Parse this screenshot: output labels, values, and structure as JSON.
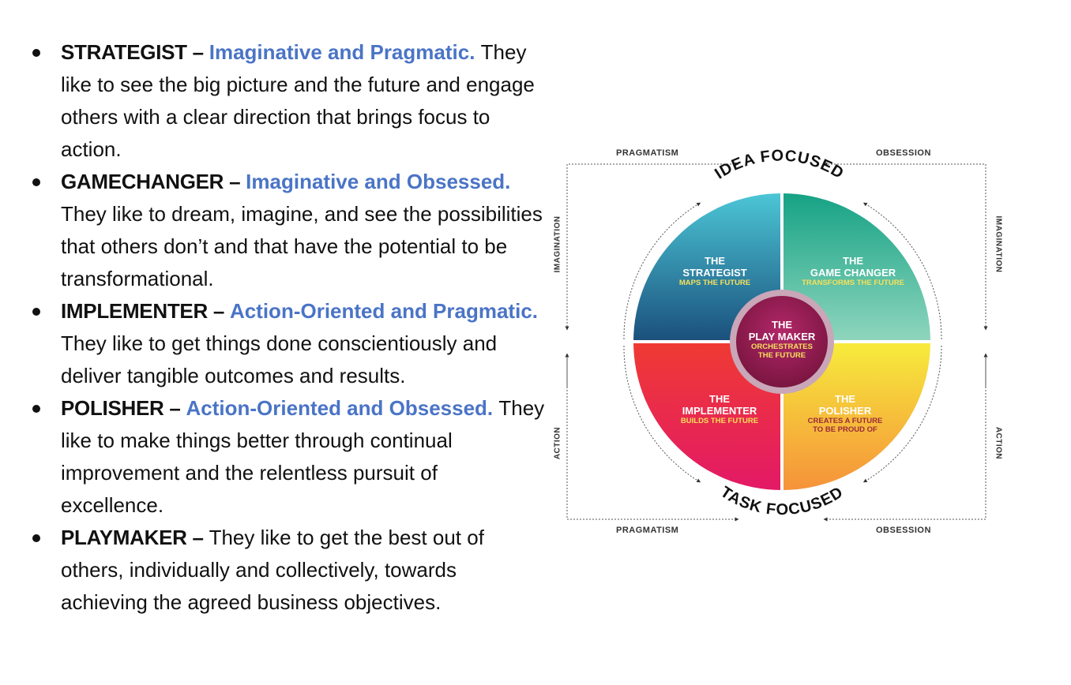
{
  "list": [
    {
      "name": "STRATEGIST –",
      "trait": "Imaginative and Pragmatic.",
      "text": "They like to see the big picture and the future and engage others with a clear direction that brings focus to action."
    },
    {
      "name": "GAMECHANGER –",
      "trait": "Imaginative and Obsessed.",
      "text": "They like to dream, imagine, and see the possibilities that others don’t and that have the potential to be transformational."
    },
    {
      "name": "IMPLEMENTER –",
      "trait": "Action-Oriented and Pragmatic.",
      "text": "They like to get things done conscientiously and deliver tangible outcomes and results."
    },
    {
      "name": "POLISHER –",
      "trait": "Action-Oriented and Obsessed.",
      "text": "They like to make things better through continual improvement and the relentless pursuit of excellence."
    },
    {
      "name": "PLAYMAKER –",
      "trait": "",
      "text": "They like to get the best out of others, individually and collectively, towards achieving the agreed business objectives."
    }
  ],
  "diagram": {
    "top_left_label": "PRAGMATISM",
    "top_right_label": "OBSESSION",
    "bottom_left_label": "PRAGMATISM",
    "bottom_right_label": "OBSESSION",
    "left_top_label": "IMAGINATION",
    "left_bottom_label": "ACTION",
    "right_top_label": "IMAGINATION",
    "right_bottom_label": "ACTION",
    "top_arc": "IDEA FOCUSED",
    "bottom_arc": "TASK FOCUSED",
    "strategist": {
      "the": "THE",
      "name": "STRATEGIST",
      "sub": "MAPS THE FUTURE"
    },
    "gamechanger": {
      "the": "THE",
      "name": "GAME CHANGER",
      "sub": "TRANSFORMS THE FUTURE"
    },
    "implementer": {
      "the": "THE",
      "name": "IMPLEMENTER",
      "sub": "BUILDS THE FUTURE"
    },
    "polisher": {
      "the": "THE",
      "name": "POLISHER",
      "sub1": "CREATES A FUTURE",
      "sub2": "TO BE PROUD OF"
    },
    "playmaker": {
      "the": "THE",
      "name": "PLAY MAKER",
      "sub1": "ORCHESTRATES",
      "sub2": "THE FUTURE"
    },
    "colors": {
      "strategist": [
        "#4cc6d6",
        "#1a4f7c"
      ],
      "gamechanger": [
        "#16a285",
        "#8fd6bd"
      ],
      "implementer": [
        "#ef3b33",
        "#e31966"
      ],
      "polisher": [
        "#f7ec3c",
        "#f5923a"
      ],
      "playmaker": [
        "#b3286a",
        "#7a1540"
      ],
      "trait_text": "#4a74c6"
    }
  }
}
